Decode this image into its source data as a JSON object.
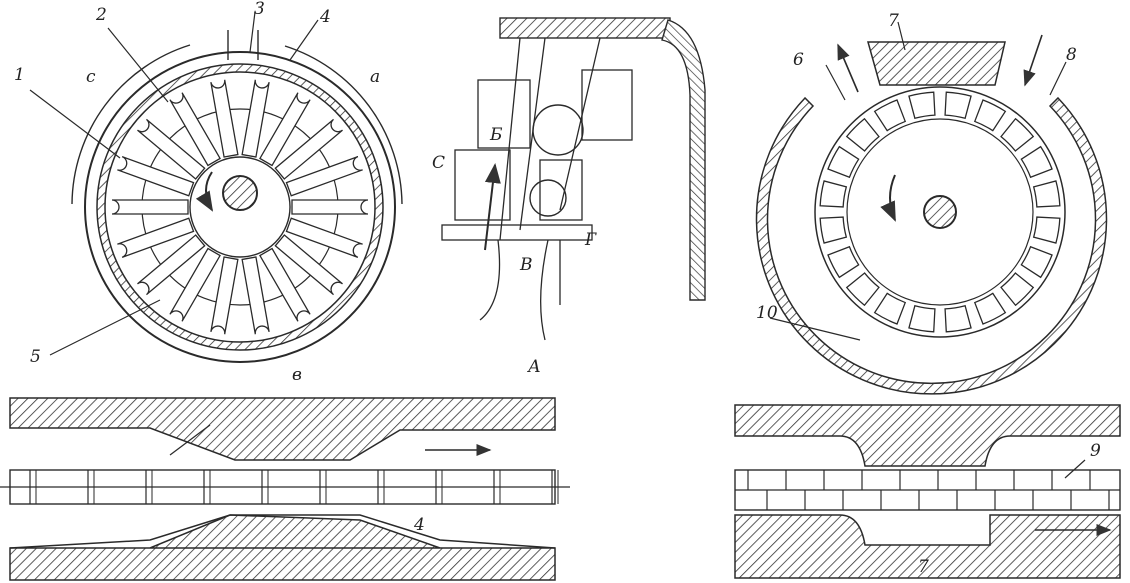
{
  "left_view": {
    "labels": [
      "1",
      "2",
      "3",
      "4",
      "5",
      "c",
      "a",
      "в"
    ]
  },
  "center_view": {
    "labels": [
      "Б",
      "А",
      "В",
      "Г",
      "С"
    ]
  },
  "right_view": {
    "labels": [
      "6",
      "7",
      "8",
      "10"
    ]
  },
  "bottom_left": {
    "labels": [
      "4"
    ]
  },
  "bottom_right": {
    "labels": [
      "9",
      "7"
    ]
  }
}
